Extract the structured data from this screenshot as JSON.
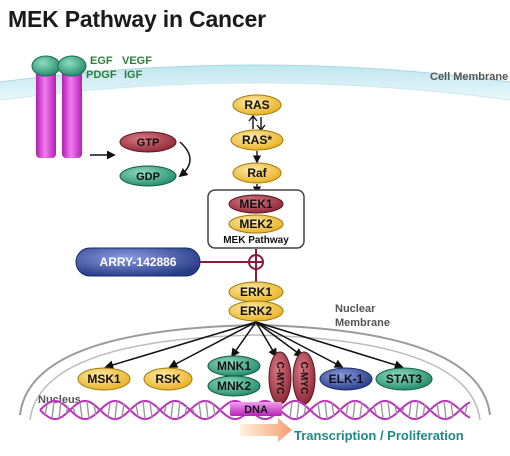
{
  "title": "MEK Pathway in Cancer",
  "labels": {
    "cell_membrane": "Cell Membrane",
    "nuclear_membrane_1": "Nuclear",
    "nuclear_membrane_2": "Membrane",
    "nucleus": "Nucleus",
    "mek_pathway": "MEK Pathway",
    "dna": "DNA",
    "transcription": "Transcription / Proliferation"
  },
  "growth_factors": {
    "egf": "EGF",
    "vegf": "VEGF",
    "pdgf": "PDGF",
    "igf": "IGF"
  },
  "nodes": {
    "gtp": "GTP",
    "gdp": "GDP",
    "ras": "RAS",
    "ras_star": "RAS*",
    "raf": "Raf",
    "mek1": "MEK1",
    "mek2": "MEK2",
    "inhibitor": "ARRY-142886",
    "erk1": "ERK1",
    "erk2": "ERK2"
  },
  "targets": {
    "msk1": "MSK1",
    "rsk": "RSK",
    "mnk1": "MNK1",
    "mnk2": "MNK2",
    "cmyc1": "C-MYC",
    "cmyc2": "C-MYC",
    "elk1": "ELK-1",
    "stat3": "STAT3"
  },
  "colors": {
    "gold": "#f2c044",
    "maroon": "#a83a4a",
    "teal": "#2f9e7c",
    "navy": "#2c3f8e",
    "magenta": "#cc44cc",
    "green_text": "#2f7d3a",
    "teal_text": "#1f8a86"
  }
}
